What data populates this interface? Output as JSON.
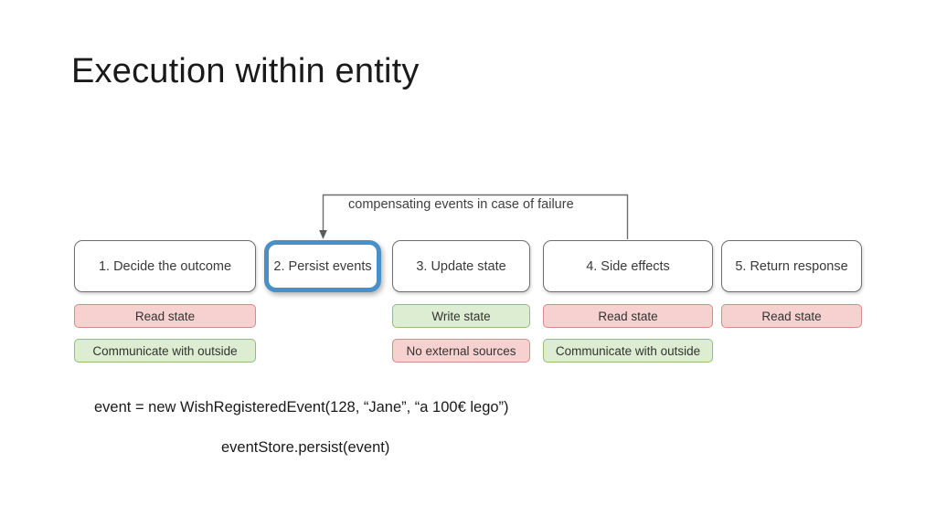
{
  "slide": {
    "title": "Execution within entity",
    "background_color": "#FFFFFF"
  },
  "diagram": {
    "annotation": {
      "label": "compensating events in case of failure",
      "arrow_target_step": "2. Persist events",
      "arrow_source_step": "4. Side effects",
      "line_color": "#6E6E6E"
    },
    "highlight_color": "#4A90C8",
    "tag_colors": {
      "read": "#F7D1CF",
      "read_border": "#D38C88",
      "write": "#DDEDD1",
      "write_border": "#92BE7C"
    },
    "columns": [
      {
        "step": "1. Decide the outcome",
        "highlighted": false,
        "tags": [
          {
            "label": "Read state",
            "kind": "red"
          },
          {
            "label": "Communicate with outside",
            "kind": "green"
          }
        ]
      },
      {
        "step": "2. Persist events",
        "highlighted": true,
        "tags": []
      },
      {
        "step": "3. Update state",
        "highlighted": false,
        "tags": [
          {
            "label": "Write state",
            "kind": "green"
          },
          {
            "label": "No external sources",
            "kind": "red"
          }
        ]
      },
      {
        "step": "4. Side effects",
        "highlighted": false,
        "tags": [
          {
            "label": "Read state",
            "kind": "red"
          },
          {
            "label": "Communicate with outside",
            "kind": "green"
          }
        ]
      },
      {
        "step": "5. Return response",
        "highlighted": false,
        "tags": [
          {
            "label": "Read state",
            "kind": "red"
          }
        ]
      }
    ]
  },
  "code": {
    "line1": "event = new WishRegisteredEvent(128, “Jane”, “a 100€ lego”)",
    "line2": "eventStore.persist(event)"
  }
}
